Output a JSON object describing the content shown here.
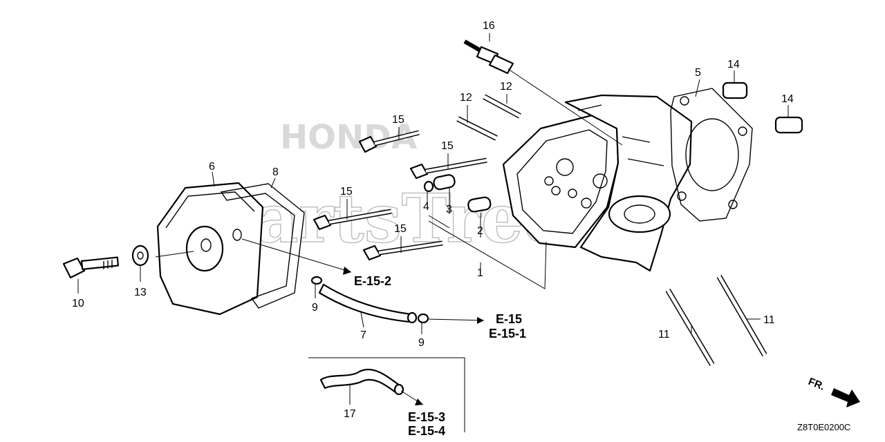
{
  "diagram": {
    "drawing_code": "Z8T0E0200C",
    "direction_label": "FR.",
    "watermark": {
      "small": "HONDA",
      "large": "PartsTree"
    },
    "callouts": {
      "p1": "1",
      "p2": "2",
      "p3": "3",
      "p4": "4",
      "p5": "5",
      "p6": "6",
      "p7": "7",
      "p8": "8",
      "p9a": "9",
      "p9b": "9",
      "p10": "10",
      "p11a": "11",
      "p11b": "11",
      "p12a": "12",
      "p12b": "12",
      "p13": "13",
      "p14a": "14",
      "p14b": "14",
      "p15a": "15",
      "p15b": "15",
      "p15c": "15",
      "p15d": "15",
      "p16": "16",
      "p17": "17"
    },
    "references": {
      "r_e152": "E-15-2",
      "r_e15": "E-15",
      "r_e151": "E-15-1",
      "r_e153": "E-15-3",
      "r_e154": "E-15-4"
    }
  }
}
